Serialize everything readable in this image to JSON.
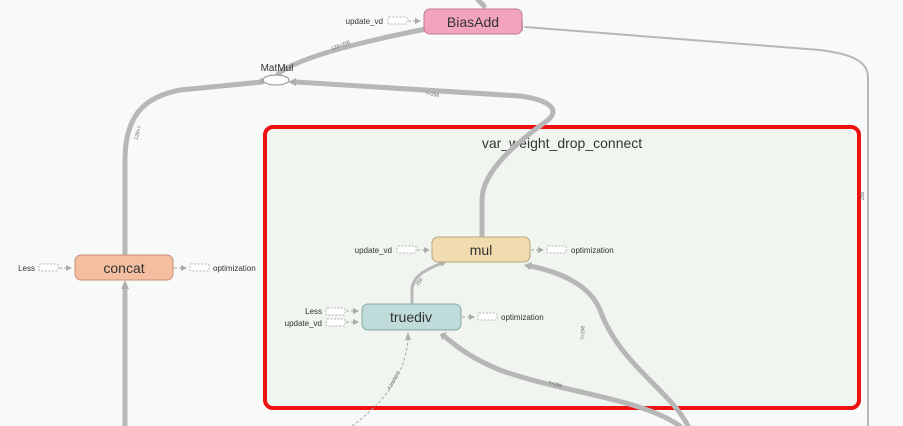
{
  "group": {
    "title": "var_weight_drop_connect",
    "highlight_color": "#ee1111",
    "fill_color": "#f1f5ef"
  },
  "nodes": {
    "biasadd": {
      "label": "BiasAdd",
      "fill": "#f3a4bd",
      "stroke": "#c2798f"
    },
    "matmul": {
      "label": "MatMul"
    },
    "concat": {
      "label": "concat",
      "fill": "#f4bea1",
      "stroke": "#c48f75"
    },
    "mul": {
      "label": "mul",
      "fill": "#f0dcae",
      "stroke": "#b9a67d"
    },
    "truediv": {
      "label": "truediv",
      "fill": "#bfdcda",
      "stroke": "#85a7a3"
    }
  },
  "aux_labels": {
    "biasadd_update_vd": "update_vd",
    "concat_less": "Less",
    "concat_optimization": "optimization",
    "mul_update_vd": "update_vd",
    "mul_optimization": "optimization",
    "truediv_less": "Less",
    "truediv_update_vd": "update_vd",
    "truediv_optimization": "optimization"
  },
  "edge_labels": {
    "matmul_to_biasadd": "128×256",
    "concat_to_matmul": "128×?",
    "mul_to_matmul": "?×256",
    "biasadd_right": "256",
    "truediv_to_mul": "256",
    "into_mul": "?×256",
    "into_truediv": "?×256",
    "ctrl_to_truediv": "4 tensors"
  }
}
